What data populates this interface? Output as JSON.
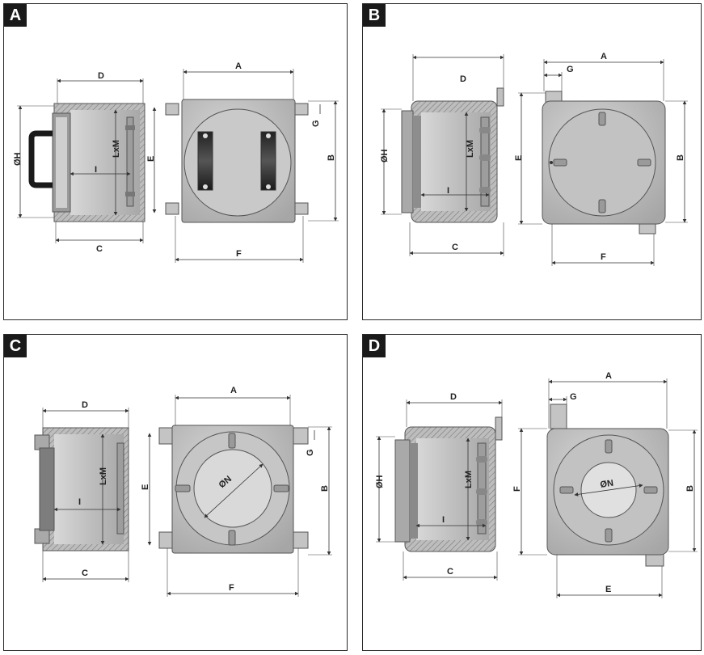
{
  "panels": [
    {
      "id": "A",
      "dims": {
        "A": "A",
        "B": "B",
        "C": "C",
        "D": "D",
        "E": "E",
        "F": "F",
        "G": "G",
        "H": "ØH",
        "LxM": "LxM",
        "I": "I"
      }
    },
    {
      "id": "B",
      "dims": {
        "A": "A",
        "B": "B",
        "C": "C",
        "D": "D",
        "E": "E",
        "F": "F",
        "G": "G",
        "H": "ØH",
        "LxM": "LxM",
        "I": "I"
      }
    },
    {
      "id": "C",
      "dims": {
        "A": "A",
        "B": "B",
        "C": "C",
        "D": "D",
        "E": "E",
        "F": "F",
        "G": "G",
        "LxM": "LxM",
        "I": "I",
        "N": "ØN"
      }
    },
    {
      "id": "D",
      "dims": {
        "A": "A",
        "B": "B",
        "C": "C",
        "D": "D",
        "E": "E",
        "F": "F",
        "G": "G",
        "H": "ØH",
        "LxM": "LxM",
        "I": "I",
        "N": "ØN"
      }
    }
  ],
  "colors": {
    "body_gray": "#b4b4b4",
    "face_gray": "#c8c8c8",
    "hatch": "#8a8a8a",
    "badge": "#1a1a1a"
  }
}
